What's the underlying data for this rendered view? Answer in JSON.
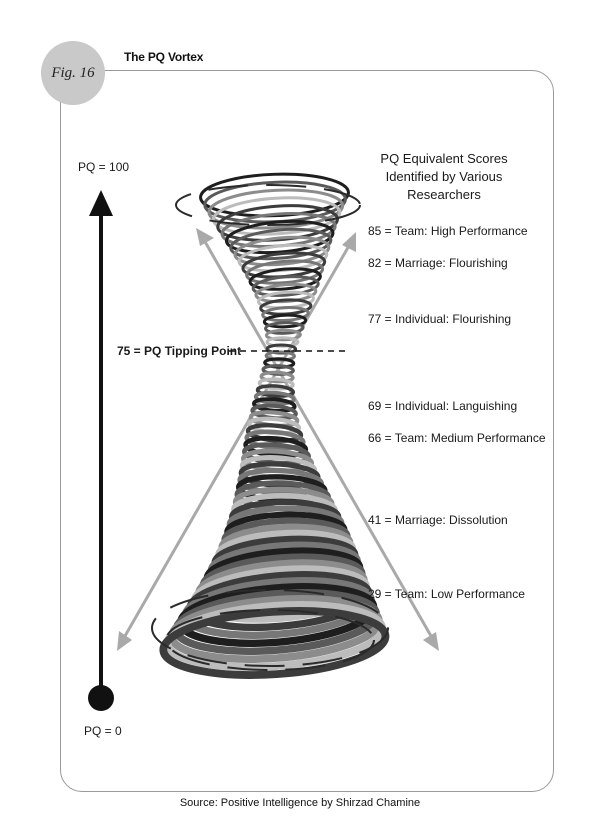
{
  "figure": {
    "badge": "Fig. 16",
    "title": "The PQ Vortex",
    "source": "Source: Positive Intelligence by Shirzad Chamine"
  },
  "axis": {
    "top_label": "PQ = 100",
    "bottom_label": "PQ = 0",
    "tipping_label": "75 = PQ Tipping Point"
  },
  "scores_panel": {
    "heading_line1": "PQ Equivalent Scores",
    "heading_line2": "Identified by Various Researchers",
    "items": [
      {
        "label": "85 = Team: High Performance"
      },
      {
        "label": "82 = Marriage: Flourishing"
      },
      {
        "label": "77 = Individual: Flourishing"
      },
      {
        "label": "69 = Individual: Languishing"
      },
      {
        "label": "66 = Team: Medium Performance"
      },
      {
        "label": "41 = Marriage: Dissolution"
      },
      {
        "label": "29 = Team: Low Performance"
      }
    ]
  },
  "colors": {
    "ink": "#111111",
    "arrow_gray": "#a9a9a9",
    "badge_gray": "#c9c9c9",
    "frame_gray": "#9a9a9a"
  }
}
